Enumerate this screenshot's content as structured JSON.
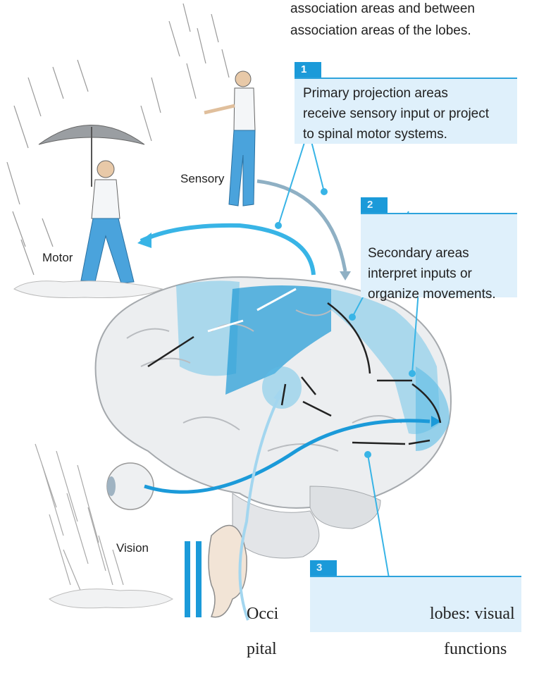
{
  "header": {
    "line1": "association areas and between",
    "line2": "association areas of the lobes."
  },
  "callouts": [
    {
      "number": "1",
      "text_lines": [
        "Primary projection  areas",
        "receive sensory input or project",
        "to spinal motor systems."
      ]
    },
    {
      "number": "2",
      "text_lines": [
        "Secondary areas",
        "interpret inputs or",
        "organize movements."
      ]
    },
    {
      "number": "3",
      "text_lines": []
    }
  ],
  "labels": {
    "sensory": "Sensory",
    "motor": "Motor",
    "vision": "Vision"
  },
  "footer": {
    "left_line1": "Occi",
    "left_line2": "pital",
    "right_line1": "lobes: visual",
    "right_line2": "functions"
  },
  "colors": {
    "accent": "#1b9ad9",
    "callout_bg": "#dff0fb",
    "arrow_blue": "#38b4e6",
    "arrow_gray": "#8fb0c4",
    "brain_fill": "#eceef0",
    "brain_highlight": "#5bbde6"
  }
}
